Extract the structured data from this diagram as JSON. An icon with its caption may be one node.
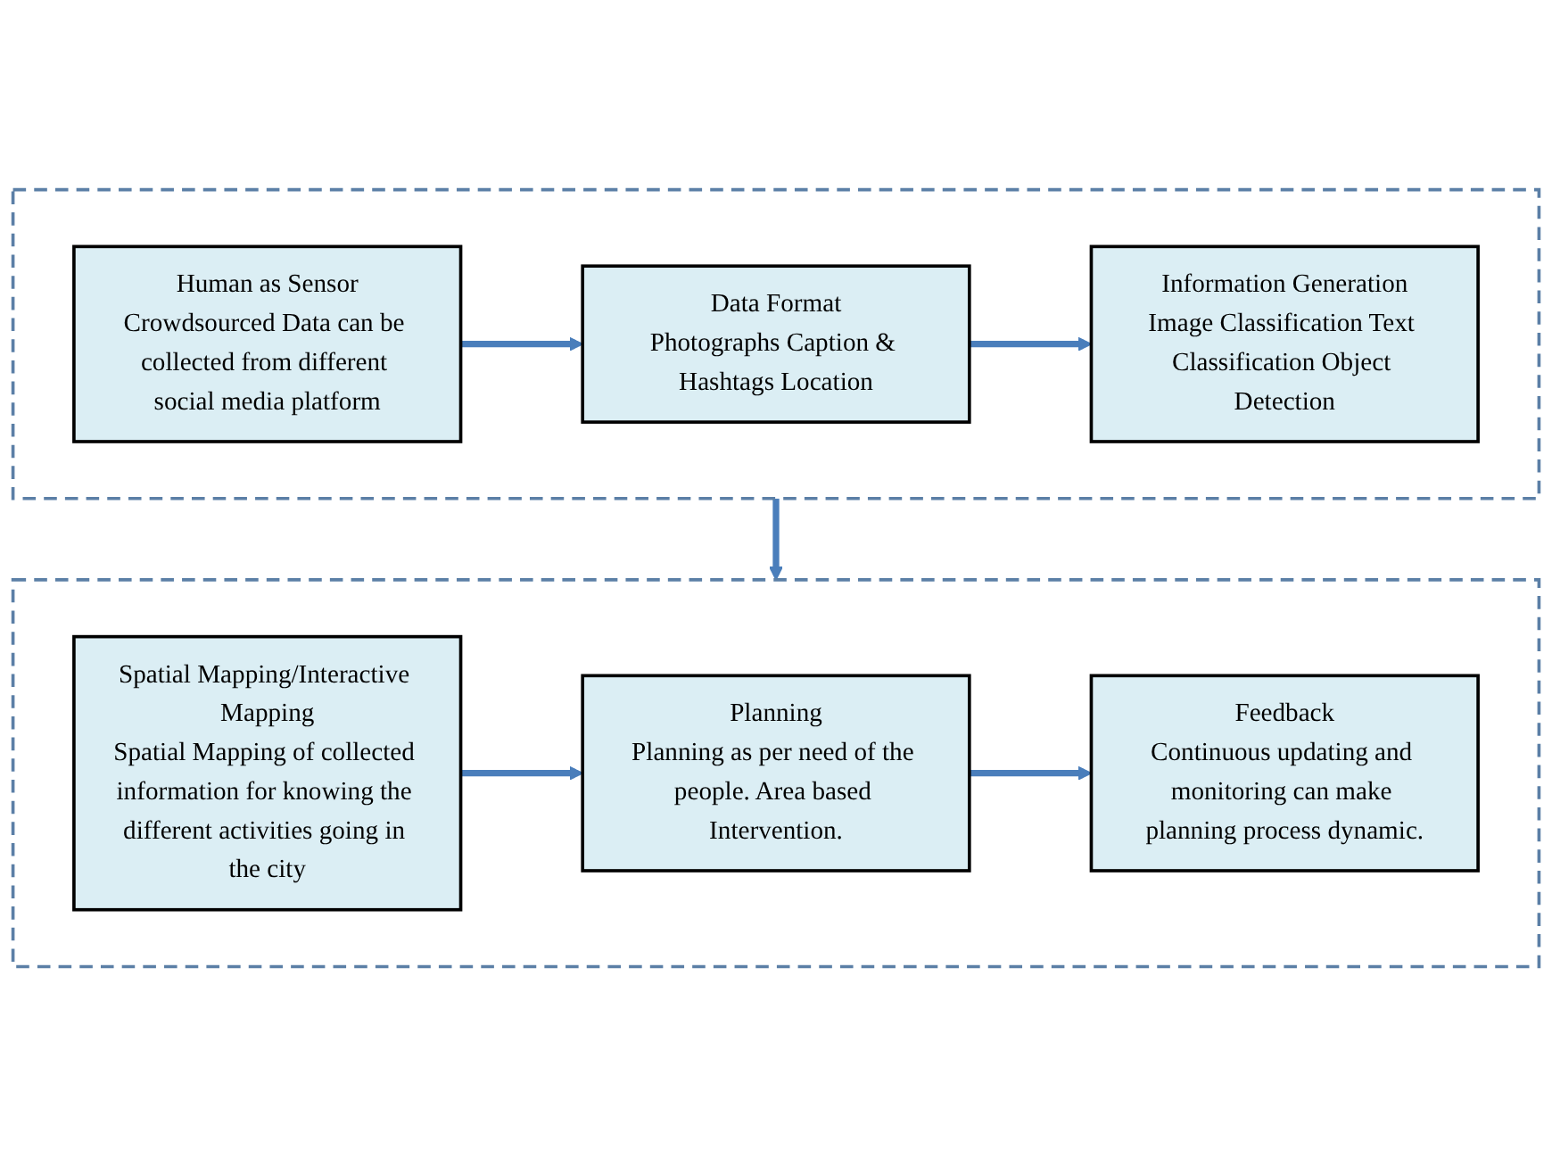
{
  "diagram": {
    "nodes": [
      {
        "text": [],
        "shape": "box"
      },
      {
        "text": [
          "Human as Sensor",
          "Crowdsourced Data can be collected from different social media platform"
        ],
        "in": 0
      },
      {
        "text": [
          "Data Format",
          "Photographs Caption & Hashtags Location"
        ],
        "in": 0
      },
      {
        "text": [
          "Information Generation",
          "Image Classification Text Classification Object Detection"
        ],
        "in": 0
      },
      {
        "text": [],
        "shape": "box"
      },
      {
        "text": [
          "Spatial Mapping/Interactive Mapping",
          "Spatial Mapping of collected information for knowing the different activities going in the city"
        ],
        "in": 4
      },
      {
        "text": [
          "Planning",
          "Planning as per need of the people. Area based Intervention."
        ],
        "in": 4
      },
      {
        "text": [
          "Feedback",
          "Continuous updating and monitoring can make planning process dynamic."
        ],
        "in": 4
      }
    ],
    "edges": [
      {
        "from": 1,
        "to": 2,
        "arrow": "to"
      },
      {
        "from": 2,
        "to": 3,
        "arrow": "to"
      },
      {
        "from": 0,
        "to": 4,
        "arrow": "to"
      },
      {
        "from": 5,
        "to": 6,
        "arrow": "to"
      },
      {
        "from": 6,
        "to": 7,
        "arrow": "to"
      }
    ]
  }
}
